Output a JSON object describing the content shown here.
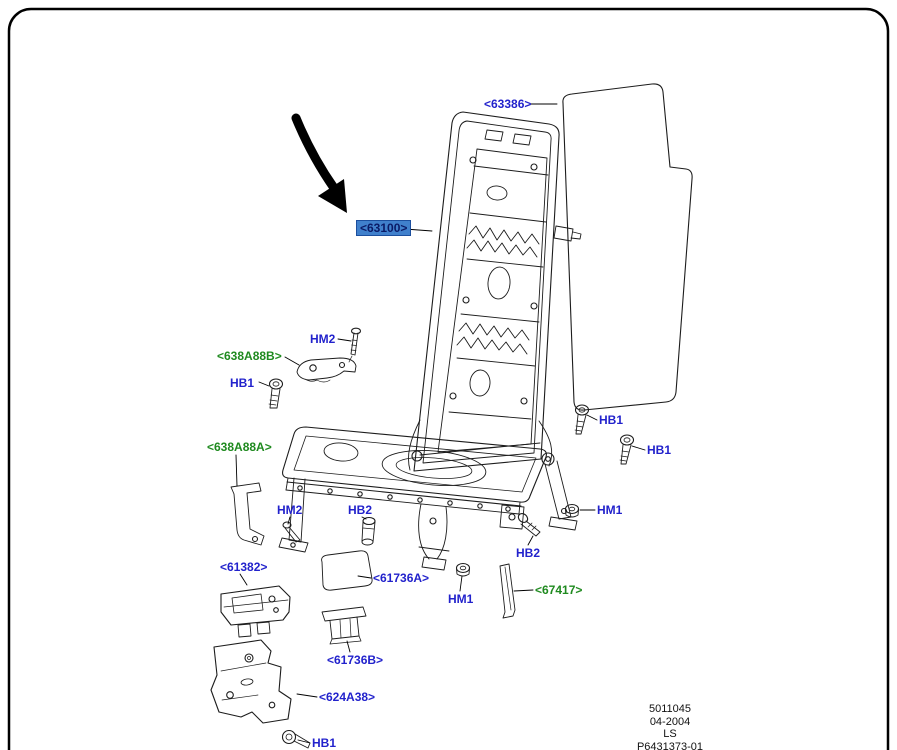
{
  "colors": {
    "label_blue": "#2222CC",
    "label_green": "#1F8A1F",
    "highlight_bg": "#4080CC",
    "highlight_text": "#0A1A66",
    "line": "#000000"
  },
  "labels": {
    "panel": "<63386>",
    "frame_selected": "<63100>",
    "hm2_upper": "HM2",
    "bracket_b": "<638A88B>",
    "hb1_left": "HB1",
    "bracket_a": "<638A88A>",
    "hm2_lower": "HM2",
    "hb2_left": "HB2",
    "hb1_right_upper": "HB1",
    "hb1_right_lower": "HB1",
    "hm1_right": "HM1",
    "hb2_right": "HB2",
    "hm1_lower": "HM1",
    "latch": "<61382>",
    "pad_a": "<61736A>",
    "strip": "<67417>",
    "pad_b": "<61736B>",
    "bracket_lower": "<624A38>",
    "hb1_bottom": "HB1"
  },
  "footer": {
    "line1": "5011045",
    "line2": "04-2004",
    "line3": "LS",
    "line4": "P6431373-01"
  }
}
